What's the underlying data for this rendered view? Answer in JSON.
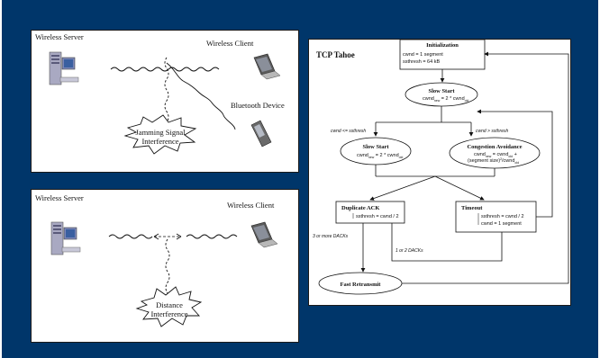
{
  "colors": {
    "background": "#00366a",
    "panel": "#ffffff",
    "line": "#111111"
  },
  "top_panel": {
    "server_label": "Wireless Server",
    "client_label": "Wireless Client",
    "bluetooth_label": "Bluetooth Device",
    "interference_line1": "Jamming Signal",
    "interference_line2": "Interference"
  },
  "bottom_panel": {
    "server_label": "Wireless Server",
    "client_label": "Wireless Client",
    "interference_line1": "Distance",
    "interference_line2": "Interference"
  },
  "tcp": {
    "title": "TCP Tahoe",
    "init_title": "Initialization",
    "init_line1": "cwnd = 1 segment",
    "init_line2": "ssthresh = 64 kB",
    "ss_top_title": "Slow Start",
    "ss_top_formula": "cwnd",
    "cond_left": "cwnd <= ssthresh",
    "cond_right": "cwnd > ssthresh",
    "ss_left_title": "Slow Start",
    "ca_title": "Congestion Avoidance",
    "ca_line1": "cwnd",
    "ca_line2": "(segment size)",
    "dupack_title": "Duplicate ACK",
    "dupack_line": "ssthresh = cwnd / 2",
    "timeout_title": "Timeout",
    "timeout_line1": "ssthresh = cwnd / 2",
    "timeout_line2": "cwnd = 1 segment",
    "label_3dack": "3 or more DACKs",
    "label_12dack": "1 or 2 DACKs",
    "fast_retransmit": "Fast Retransmit"
  }
}
